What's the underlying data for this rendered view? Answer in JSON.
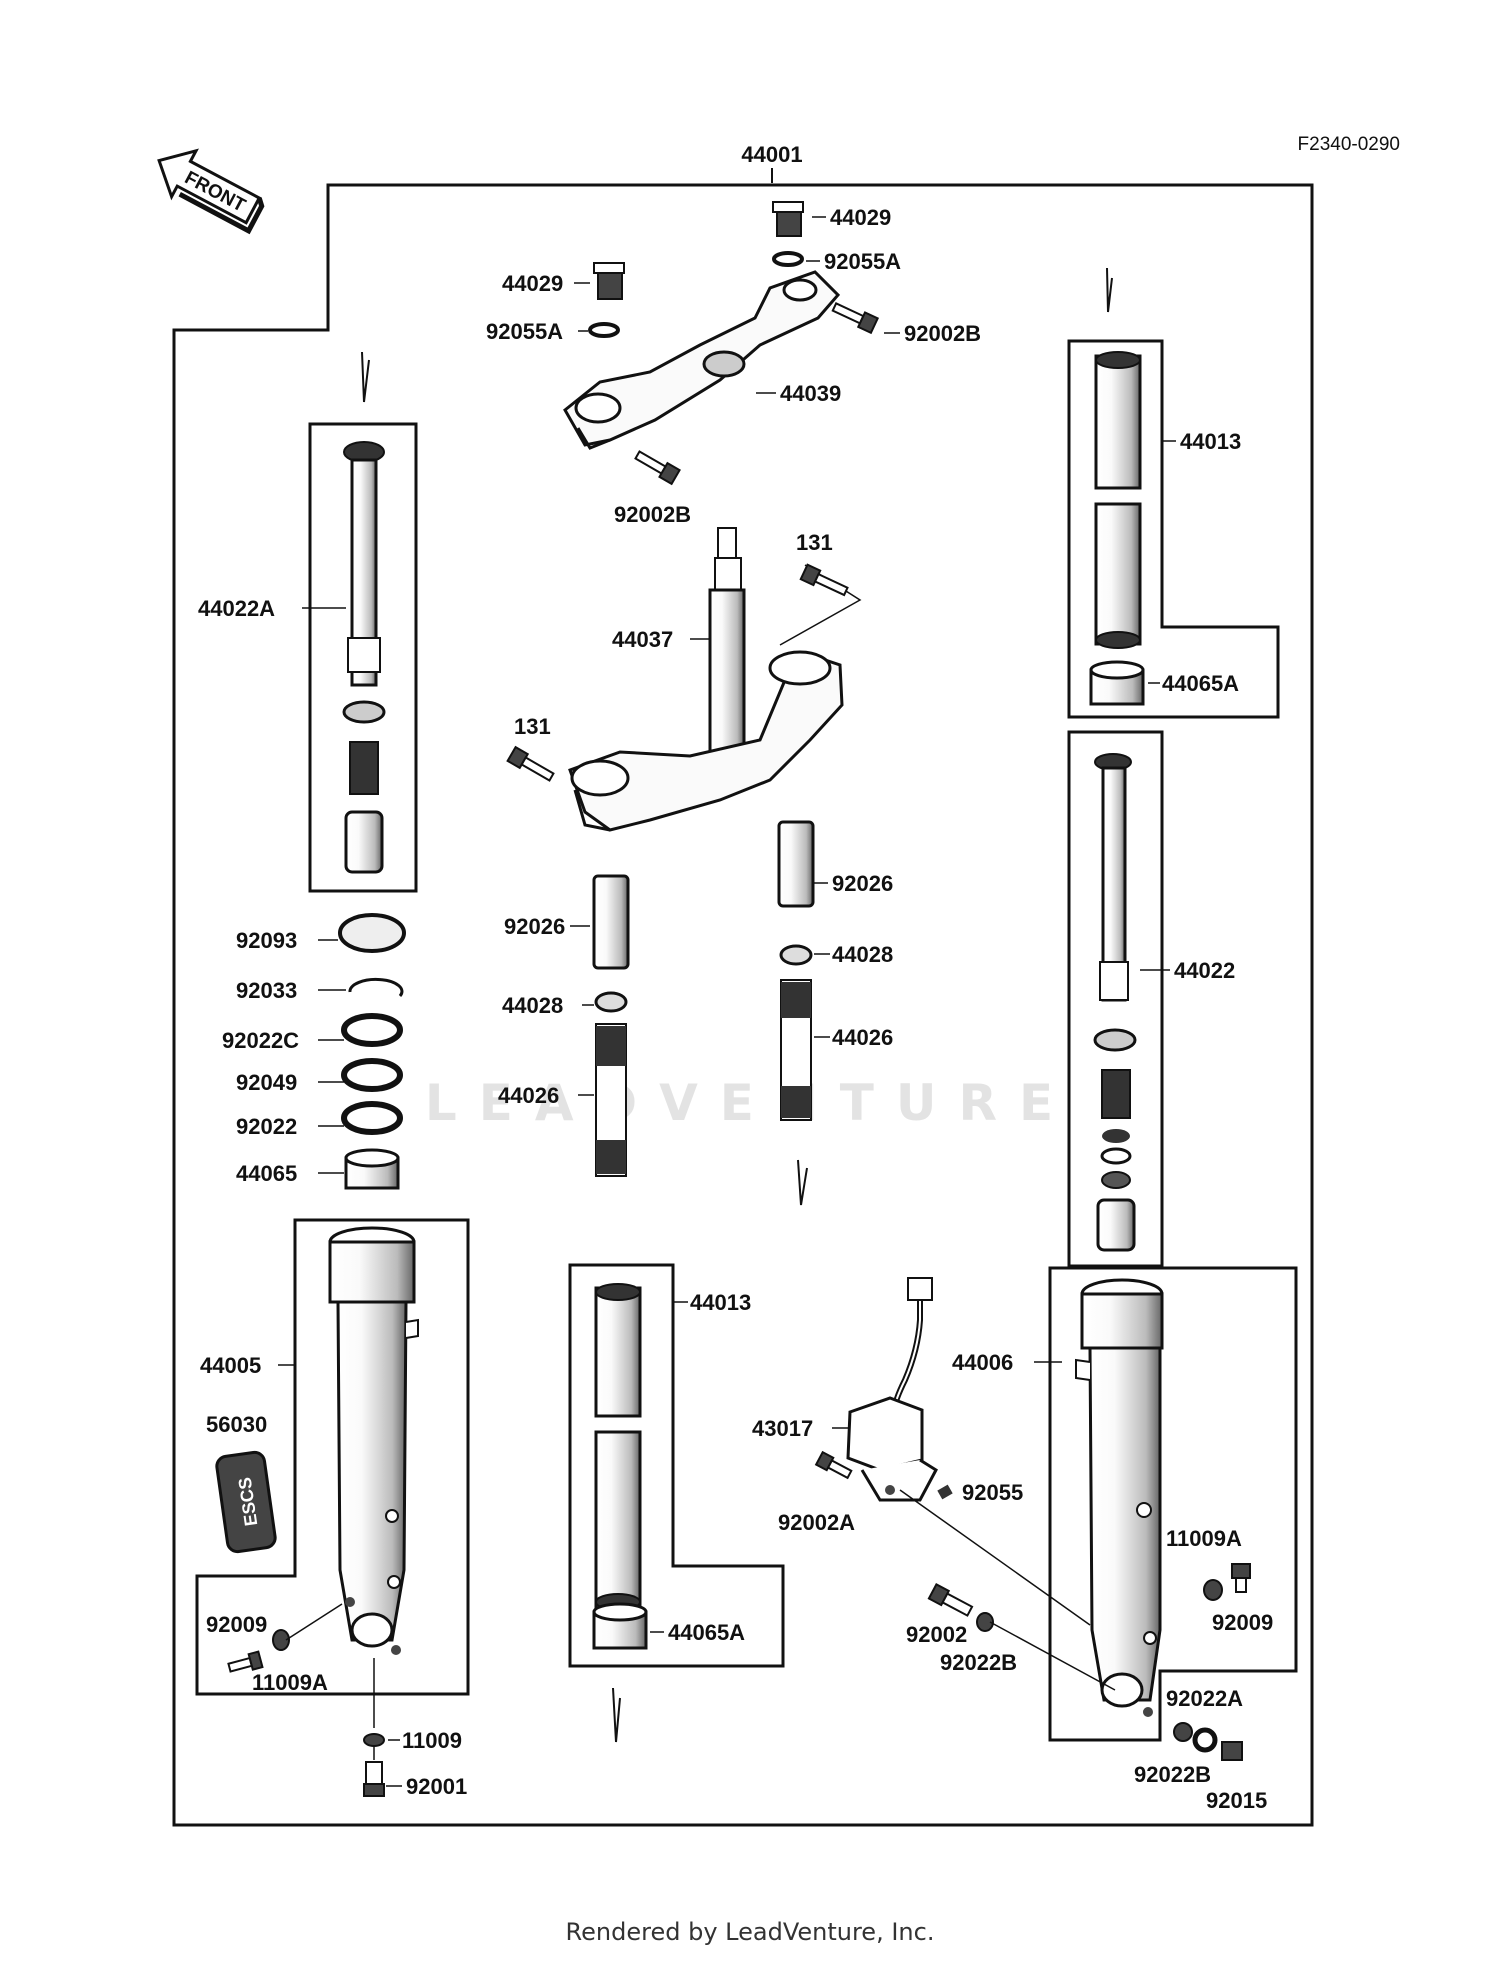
{
  "diagram": {
    "figure_code": "F2340-0290",
    "assembly_number": "44001",
    "front_label": "FRONT",
    "footer": "Rendered by LeadVenture, Inc.",
    "watermark": "LEADVENTURE",
    "decal_text": "ESCS",
    "accent_color": "#111111",
    "labels": [
      {
        "id": "44029-r",
        "text": "44029"
      },
      {
        "id": "92055A-r",
        "text": "92055A"
      },
      {
        "id": "44029-l",
        "text": "44029"
      },
      {
        "id": "92055A-l",
        "text": "92055A"
      },
      {
        "id": "92002B-r",
        "text": "92002B"
      },
      {
        "id": "44039",
        "text": "44039"
      },
      {
        "id": "92002B-b",
        "text": "92002B"
      },
      {
        "id": "44013-r",
        "text": "44013"
      },
      {
        "id": "44022A",
        "text": "44022A"
      },
      {
        "id": "131-t",
        "text": "131"
      },
      {
        "id": "44037",
        "text": "44037"
      },
      {
        "id": "44065A-r",
        "text": "44065A"
      },
      {
        "id": "131-l",
        "text": "131"
      },
      {
        "id": "92026-r",
        "text": "92026"
      },
      {
        "id": "92093",
        "text": "92093"
      },
      {
        "id": "92026-l",
        "text": "92026"
      },
      {
        "id": "44028-r",
        "text": "44028"
      },
      {
        "id": "44022",
        "text": "44022"
      },
      {
        "id": "92033",
        "text": "92033"
      },
      {
        "id": "44028-l",
        "text": "44028"
      },
      {
        "id": "44026-r",
        "text": "44026"
      },
      {
        "id": "92022C",
        "text": "92022C"
      },
      {
        "id": "92049",
        "text": "92049"
      },
      {
        "id": "44026-l",
        "text": "44026"
      },
      {
        "id": "92022",
        "text": "92022"
      },
      {
        "id": "44065",
        "text": "44065"
      },
      {
        "id": "44013-b",
        "text": "44013"
      },
      {
        "id": "44005",
        "text": "44005"
      },
      {
        "id": "44006",
        "text": "44006"
      },
      {
        "id": "56030",
        "text": "56030"
      },
      {
        "id": "43017",
        "text": "43017"
      },
      {
        "id": "92055",
        "text": "92055"
      },
      {
        "id": "92002A",
        "text": "92002A"
      },
      {
        "id": "11009A-r",
        "text": "11009A"
      },
      {
        "id": "92009-l",
        "text": "92009"
      },
      {
        "id": "44065A-b",
        "text": "44065A"
      },
      {
        "id": "92009-r",
        "text": "92009"
      },
      {
        "id": "92002",
        "text": "92002"
      },
      {
        "id": "11009A-l",
        "text": "11009A"
      },
      {
        "id": "92022B-m",
        "text": "92022B"
      },
      {
        "id": "92022A",
        "text": "92022A"
      },
      {
        "id": "11009",
        "text": "11009"
      },
      {
        "id": "92022B-r",
        "text": "92022B"
      },
      {
        "id": "92001",
        "text": "92001"
      },
      {
        "id": "92015",
        "text": "92015"
      }
    ]
  }
}
